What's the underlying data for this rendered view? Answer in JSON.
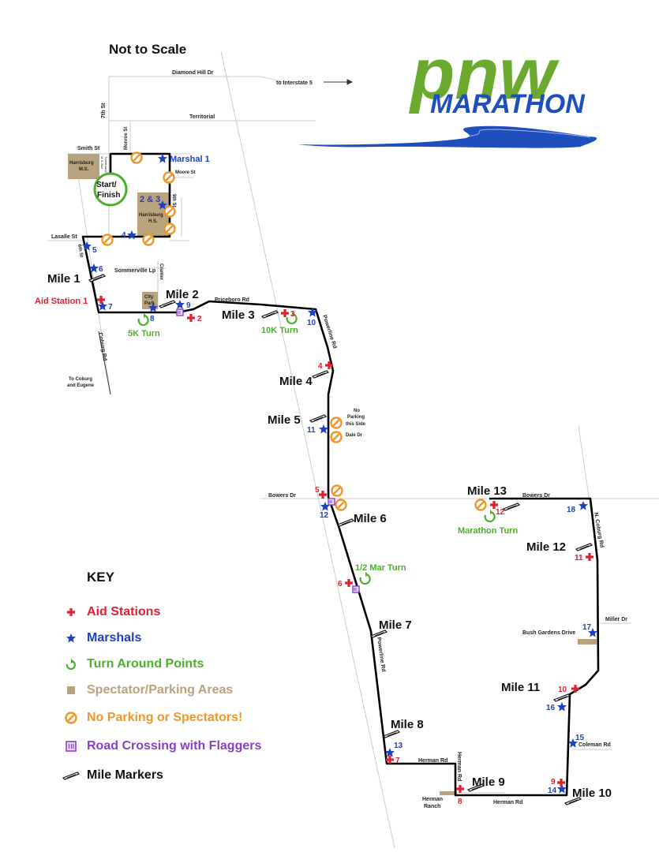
{
  "header": {
    "scale_note": "Not to Scale"
  },
  "logo": {
    "line1": "pnw",
    "line2": "MARATHON",
    "color_green": "#6aaa2e",
    "color_blue": "#1f4fbf"
  },
  "colors": {
    "aid": "#e0202e",
    "marshal": "#1f3fbf",
    "turn": "#4caf2a",
    "spectator": "#b8a37e",
    "noparking": "#f0962a",
    "crossing": "#8a3fc8",
    "route": "#000000",
    "road": "#cfcfcf"
  },
  "streets": {
    "diamond_hill": "Diamond Hill Dr",
    "interstate": "to Interstate 5",
    "territorial": "Territorial",
    "seventh": "7th St",
    "monroe": "Monroe St",
    "smith": "Smith St",
    "moore": "Moore St",
    "ninth": "9th St",
    "lasalle": "Lasalle St",
    "sixth": "6th St",
    "sommerville": "Sommerville Lp",
    "cramer": "Cramer",
    "priceboro": "Priceboro Rd",
    "powerline_top": "Powerline Rd",
    "coburg_rd": "Coburg Rd",
    "to_coburg": "To Coburg",
    "and_eugene": "and Eugene",
    "dale": "Dale Dr",
    "no_parking_1": "No",
    "no_parking_2": "Parking",
    "no_parking_3": "this Side",
    "bowers_left": "Bowers Dr",
    "bowers_right": "Bowers Dr",
    "n_coburg": "N. Coburg Rd",
    "miller": "Miller Dr",
    "bush_gardens": "Bush Gardens Drive",
    "powerline_bottom": "Powerline Rd",
    "coleman": "Coleman Rd",
    "herman_rd_1": "Herman Rd",
    "herman_rd_vertical": "Herman Rd",
    "herman_rd_2": "Herman Rd",
    "herman_ranch_1": "Herman",
    "herman_ranch_2": "Ranch",
    "school_ms_1": "Harrisburg",
    "school_ms_2": "M.S.",
    "school_hs_1": "Harrisburg",
    "school_hs_2": "H.S.",
    "city_park_1": "City",
    "city_park_2": "Park",
    "ms_bus_1": "M.S. Bus",
    "ms_bus_2": "Turnaround"
  },
  "start_finish": {
    "line1": "Start/",
    "line2": "Finish"
  },
  "miles": {
    "m1": "Mile 1",
    "m2": "Mile 2",
    "m3": "Mile 3",
    "m4": "Mile 4",
    "m5": "Mile 5",
    "m6": "Mile 6",
    "m7": "Mile 7",
    "m8": "Mile 8",
    "m9": "Mile 9",
    "m10": "Mile 10",
    "m11": "Mile 11",
    "m12": "Mile 12",
    "m13": "Mile 13"
  },
  "turns": {
    "k5": "5K Turn",
    "k10": "10K Turn",
    "half": "1/2 Mar Turn",
    "marathon": "Marathon Turn"
  },
  "aid_labels": {
    "a1": "Aid Station 1",
    "a2": "2",
    "a3": "3",
    "a4": "4",
    "a5": "5",
    "a6": "6",
    "a7": "7",
    "a8": "8",
    "a9": "9",
    "a10": "10",
    "a11": "11",
    "a12": "12"
  },
  "marshal_labels": {
    "s1": "Marshal 1",
    "s23": "2 & 3",
    "s4": "4",
    "s5": "5",
    "s6": "6",
    "s7": "7",
    "s8": "8",
    "s9": "9",
    "s10": "10",
    "s11": "11",
    "s12": "12",
    "s13": "13",
    "s14": "14",
    "s15": "15",
    "s16": "16",
    "s17": "17",
    "s18": "18"
  },
  "legend": {
    "title": "KEY",
    "items": [
      {
        "label": "Aid Stations",
        "icon": "cross-icon",
        "color": "#e0202e"
      },
      {
        "label": "Marshals",
        "icon": "star-icon",
        "color": "#1f3fbf"
      },
      {
        "label": "Turn Around Points",
        "icon": "turnaround-arrow-icon",
        "color": "#4caf2a"
      },
      {
        "label": "Spectator/Parking Areas",
        "icon": "square-icon",
        "color": "#b8a37e"
      },
      {
        "label": "No Parking or Spectators!",
        "icon": "no-parking-icon",
        "color": "#f0962a"
      },
      {
        "label": "Road Crossing with Flaggers",
        "icon": "crossing-icon",
        "color": "#8a3fc8"
      },
      {
        "label": "Mile Markers",
        "icon": "mile-marker-icon",
        "color": "#111111"
      }
    ]
  }
}
